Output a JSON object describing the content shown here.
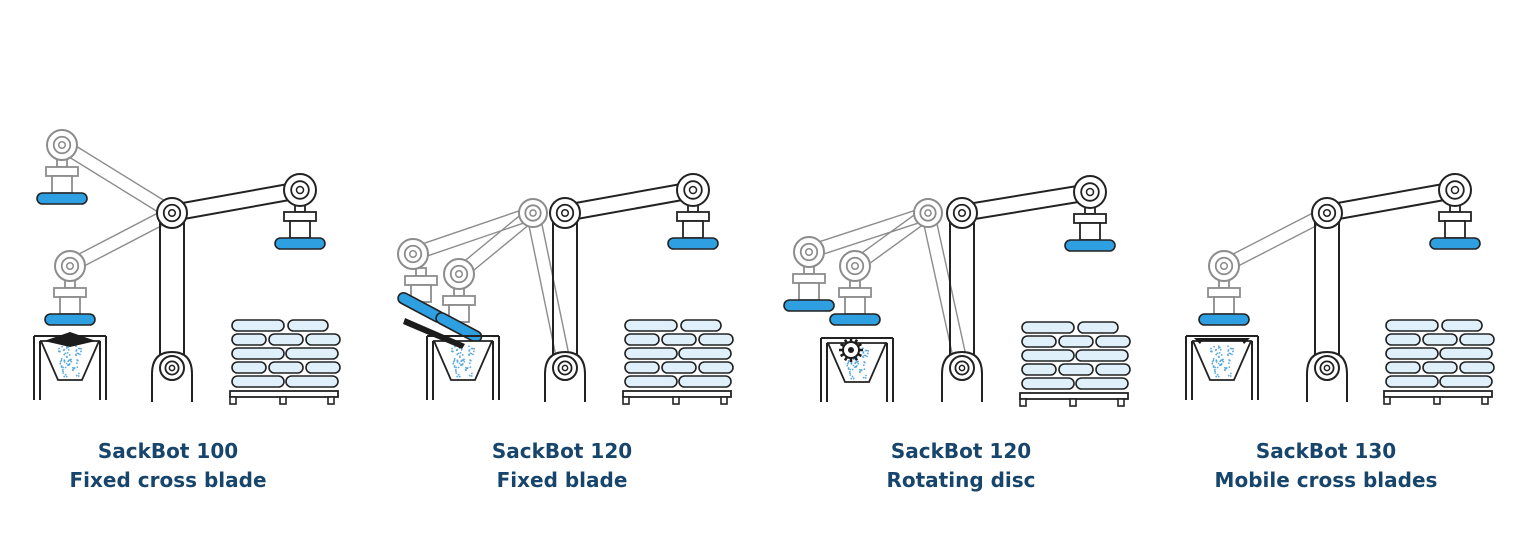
{
  "colors": {
    "caption": "#17456b",
    "outline": "#222222",
    "ghost_outline": "#8c8c8c",
    "gripper_pad": "#2e9fe0",
    "sack_fill": "#dff0fb",
    "powder": "#5aa9dc",
    "blade": "#1c1c1c",
    "background": "#ffffff"
  },
  "icons": {
    "robot_arm": "articulated-robot-arm-icon",
    "sack": "sack-icon",
    "hopper": "hopper-icon",
    "pallet": "pallet-icon"
  },
  "machines": [
    {
      "model": "SackBot 100",
      "cutter": "Fixed cross blade",
      "blade_type": "cross"
    },
    {
      "model": "SackBot 120",
      "cutter": "Fixed blade",
      "blade_type": "fixed"
    },
    {
      "model": "SackBot 120",
      "cutter": "Rotating disc",
      "blade_type": "disc"
    },
    {
      "model": "SackBot 130",
      "cutter": "Mobile cross blades",
      "blade_type": "mobile"
    }
  ]
}
